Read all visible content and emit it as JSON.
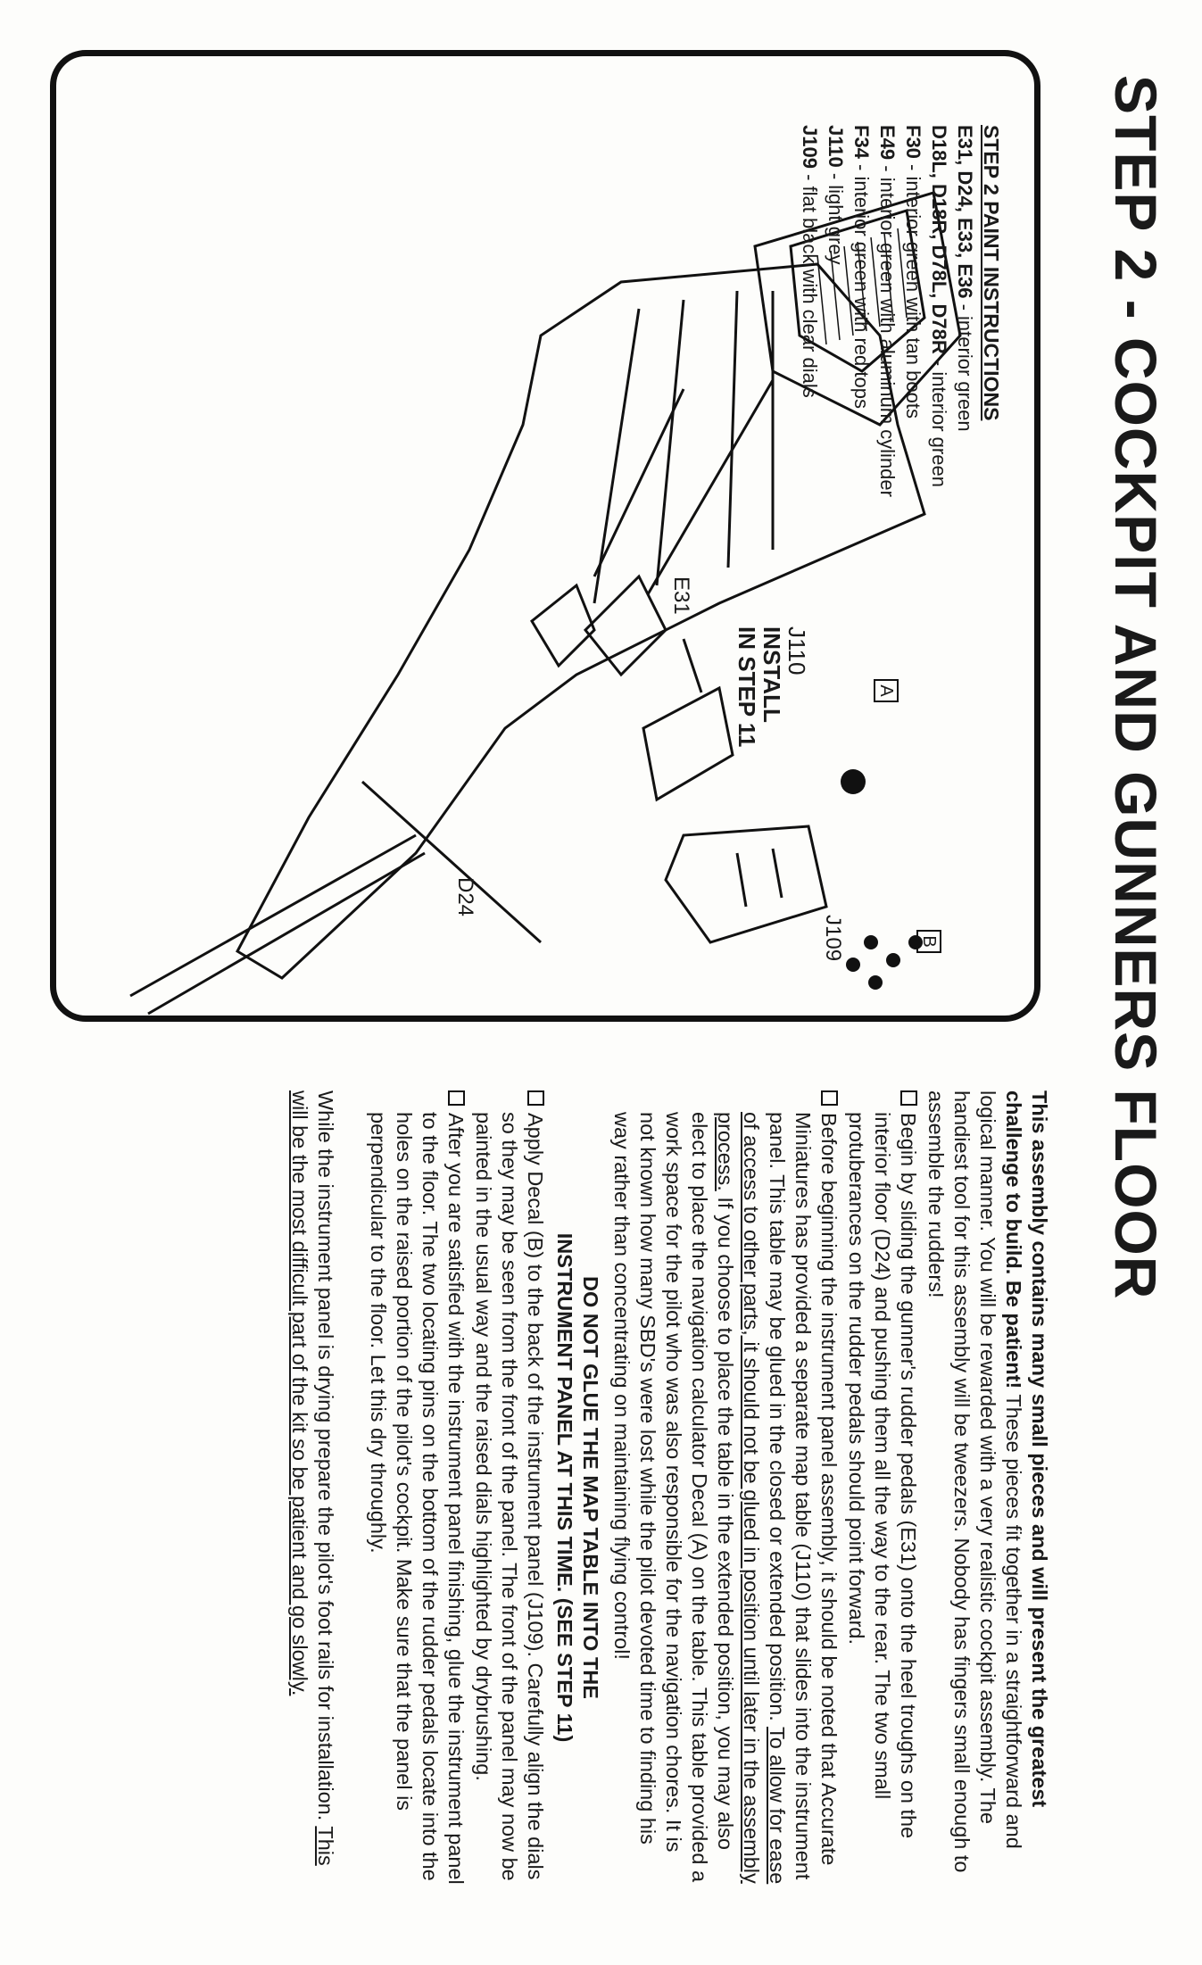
{
  "title": "STEP 2 - COCKPIT AND GUNNERS FLOOR",
  "paint": {
    "heading": "STEP 2 PAINT INSTRUCTIONS",
    "items": [
      {
        "parts": "E31, D24, E33, E36",
        "desc": " - interior green"
      },
      {
        "parts": "D18L, D18R, D78L, D78R",
        "desc": " - interior green"
      },
      {
        "parts": "F30",
        "desc": " - interior green with tan boots"
      },
      {
        "parts": "E49",
        "desc": " - interior green with aluminum cylinder"
      },
      {
        "parts": "F34",
        "desc": " - interior green with red tops"
      },
      {
        "parts": "J110",
        "desc": " - light grey"
      },
      {
        "parts": "J109",
        "desc": " - flat black with clear dials"
      }
    ]
  },
  "diagram": {
    "labels": {
      "decal_a": "A",
      "decal_b": "B",
      "j110": "J110",
      "install1": "INSTALL",
      "install2": "IN STEP 11",
      "e31": "E31",
      "j109": "J109",
      "d24": "D24"
    }
  },
  "text": {
    "intro_bold": "This assembly contains many small pieces and will present the greatest challenge to build.  Be patient!",
    "intro_rest": " These pieces fit together in a straightforward and logical manner.  You will be rewarded with a very realistic cockpit assembly. The handiest tool for this assembly will be tweezers.  Nobody has fingers small enough to assemble the rudders!",
    "b1": "Begin by sliding the gunner's rudder pedals (E31) onto the heel troughs on the interior floor (D24) and pushing them all the way to the rear.  The two small protuberances on the rudder pedals should point forward.",
    "b2a": "Before beginning the instrument panel assembly, it should be noted that Accurate Miniatures has provided a separate map table (J110) that slides into the instrument panel.  This table may be glued in the closed or extended position.  ",
    "b2u": "To allow for ease of access to other parts, it should not be glued in position until later in the assembly process.",
    "b2b": " If you choose to place the table in the extended position, you may also elect to place the navigation calculator Decal (A) on the table.  This table provided a work space for the pilot who was also responsible for the navigation chores.  It is not known how many SBD's were lost while the pilot devoted time to finding his way rather than concentrating on maintaining flying control!",
    "warn1": "DO NOT GLUE THE MAP TABLE INTO THE",
    "warn2": "INSTRUMENT PANEL AT THIS TIME. (SEE STEP 11)",
    "b3": "Apply Decal (B) to the back of the instrument panel (J109).  Carefully align the dials so they may be seen from the front of the panel. The front of the panel may now be painted in the usual way and the raised dials highlighted by drybrushing.",
    "b4": "After you are satisfied with the instrument panel finishing, glue the instrument panel to the floor.  The two locating pins on the bottom of the rudder pedals locate into the holes on the raised portion of the pilot's cockpit.  Make sure that the panel is perpendicular to the floor.  Let this dry throughly.",
    "final_a": "While the instrument panel is drying prepare the pilot's foot rails for installation. ",
    "final_u": "This will be the most difficult part of the kit so be patient and go slowly."
  }
}
